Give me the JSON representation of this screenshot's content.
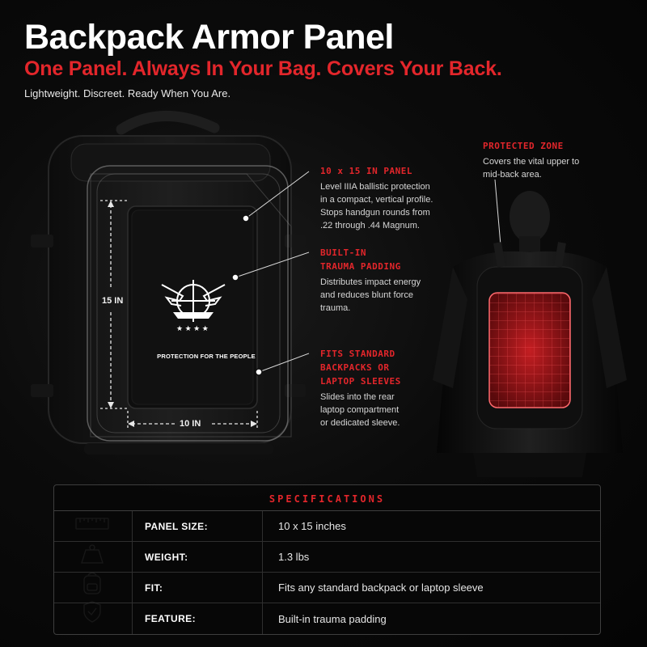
{
  "header": {
    "title": "Backpack Armor Panel",
    "subtitle": "One Panel. Always In Your Bag. Covers Your Back.",
    "tagline": "Lightweight. Discreet. Ready When You Are."
  },
  "colors": {
    "accent": "#e3262b",
    "background": "#060606",
    "text": "#ffffff"
  },
  "panel": {
    "logo_text": "PROTECTION FOR THE PEOPLE",
    "height_label": "15 IN",
    "width_label": "10 IN"
  },
  "callouts": [
    {
      "head_lines": [
        "10 x 15 IN PANEL"
      ],
      "body_lines": [
        "Level IIIA ballistic protection",
        "in a compact, vertical profile.",
        "Stops handgun rounds from",
        ".22 through .44 Magnum."
      ]
    },
    {
      "head_lines": [
        "BUILT-IN",
        "TRAUMA PADDING"
      ],
      "body_lines": [
        "Distributes impact energy",
        "and reduces blunt force",
        "trauma."
      ]
    },
    {
      "head_lines": [
        "FITS STANDARD",
        "BACKPACKS OR",
        "LAPTOP SLEEVES"
      ],
      "body_lines": [
        "Slides into the rear",
        "laptop compartment",
        "or dedicated sleeve."
      ]
    },
    {
      "head_lines": [
        "PROTECTED ZONE"
      ],
      "body_lines": [
        "Covers the vital upper to",
        "mid-back area."
      ]
    }
  ],
  "specs": {
    "title": "SPECIFICATIONS",
    "rows": [
      {
        "icon": "ruler-icon",
        "label": "PANEL SIZE:",
        "value": "10 x 15 inches"
      },
      {
        "icon": "weight-icon",
        "label": "WEIGHT:",
        "value": "1.3 lbs"
      },
      {
        "icon": "backpack-icon",
        "label": "FIT:",
        "value": "Fits any standard backpack or laptop sleeve"
      },
      {
        "icon": "shield-check-icon",
        "label": "FEATURE:",
        "value": "Built-in trauma padding"
      }
    ]
  }
}
